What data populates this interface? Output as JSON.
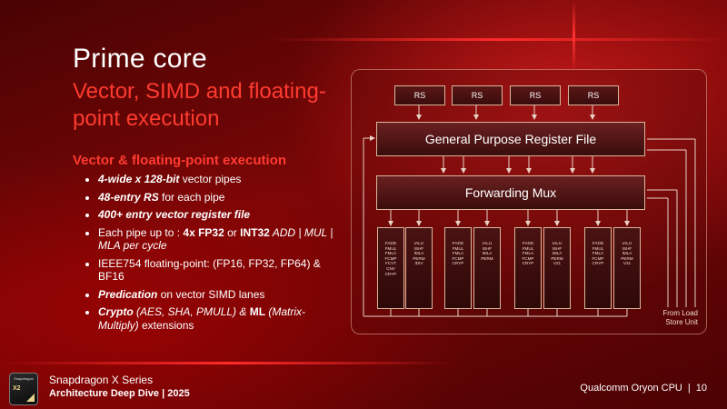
{
  "title": "Prime core",
  "subtitle": "Vector, SIMD and floating-point execution",
  "section_heading": "Vector & floating-point execution",
  "bullets": {
    "b1_em": "4-wide x 128-bit",
    "b1_rest": " vector pipes",
    "b2_em": "48-entry RS",
    "b2_rest": " for each pipe",
    "b3_em": "400+ entry vector register file",
    "b4_pre": "Each pipe up to : ",
    "b4_fp32": "4x FP32",
    "b4_or": " or ",
    "b4_int32": "INT32",
    "b4_add": " ADD | MUL | MLA per cycle",
    "b5": "IEEE754 floating-point: (FP16, FP32, FP64) & BF16",
    "b6_em": "Predication",
    "b6_rest": " on vector SIMD lanes",
    "b7_crypto": "Crypto",
    "b7_list": " (AES, SHA, PMULL) & ",
    "b7_ml": "ML",
    "b7_mm": " (Matrix-Multiply)",
    "b7_end": " extensions"
  },
  "diagram": {
    "rs_labels": [
      "RS",
      "RS",
      "RS",
      "RS"
    ],
    "gprf_label": "General Purpose Register File",
    "mux_label": "Forwarding Mux",
    "from_load": "From Load Store Unit",
    "pipes": [
      [
        "FADD",
        "FMUL",
        "FMLA",
        "FCMP",
        "FCVT",
        "CNV",
        "CRYP"
      ],
      [
        "IALU",
        "ISHF",
        "IMLA",
        "PERM",
        "IDIV"
      ],
      [
        "FADD",
        "FMUL",
        "FMLA",
        "FCMP",
        "CRYP"
      ],
      [
        "IALU",
        "ISHF",
        "IMLA",
        "PERM"
      ],
      [
        "FADD",
        "FMUL",
        "FMLA",
        "FCMP",
        "CRYP"
      ],
      [
        "IALU",
        "ISHF",
        "IMLA",
        "PERM",
        "V21"
      ],
      [
        "FADD",
        "FMUL",
        "FMLA",
        "FCMP",
        "CRYP"
      ],
      [
        "IALU",
        "ISHF",
        "IMLA",
        "PERM",
        "V21"
      ]
    ]
  },
  "footer": {
    "brand_line1": "Snapdragon X Series",
    "brand_line2": "Architecture Deep Dive | 2025",
    "logo_text": "Snapdragon",
    "logo_x2": "X2",
    "right_text": "Qualcomm Oryon CPU",
    "page_number": "10"
  },
  "colors": {
    "accent": "#ff3b30",
    "box_border": "#d9b89a",
    "background": "#6b0505"
  }
}
